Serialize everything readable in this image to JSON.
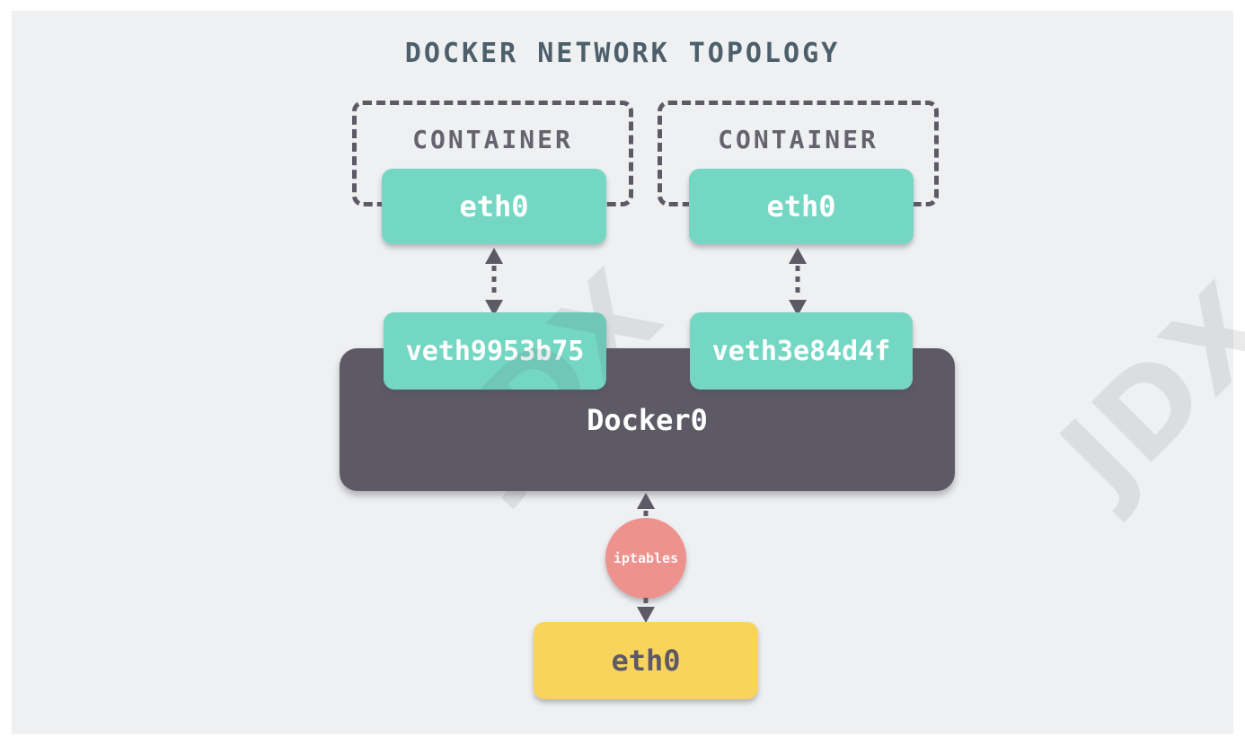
{
  "title": "DOCKER NETWORK TOPOLOGY",
  "watermark_text": "JDX",
  "colors": {
    "background": "#ffffff",
    "panel": "#eef0f2",
    "node_teal": "#74d7c4",
    "node_dark": "#5d5a66",
    "node_yellow": "#f9d45c",
    "node_salmon": "#ee928e",
    "title_text": "#4c5f6a",
    "container_label_text": "#65646e",
    "arrow": "#5d5a66"
  },
  "containers": [
    {
      "label": "CONTAINER",
      "interface_label": "eth0",
      "veth_label": "veth9953b75"
    },
    {
      "label": "CONTAINER",
      "interface_label": "eth0",
      "veth_label": "veth3e84d4f"
    }
  ],
  "bridge": {
    "label": "Docker0"
  },
  "firewall": {
    "label": "iptables"
  },
  "host_interface": {
    "label": "eth0"
  }
}
